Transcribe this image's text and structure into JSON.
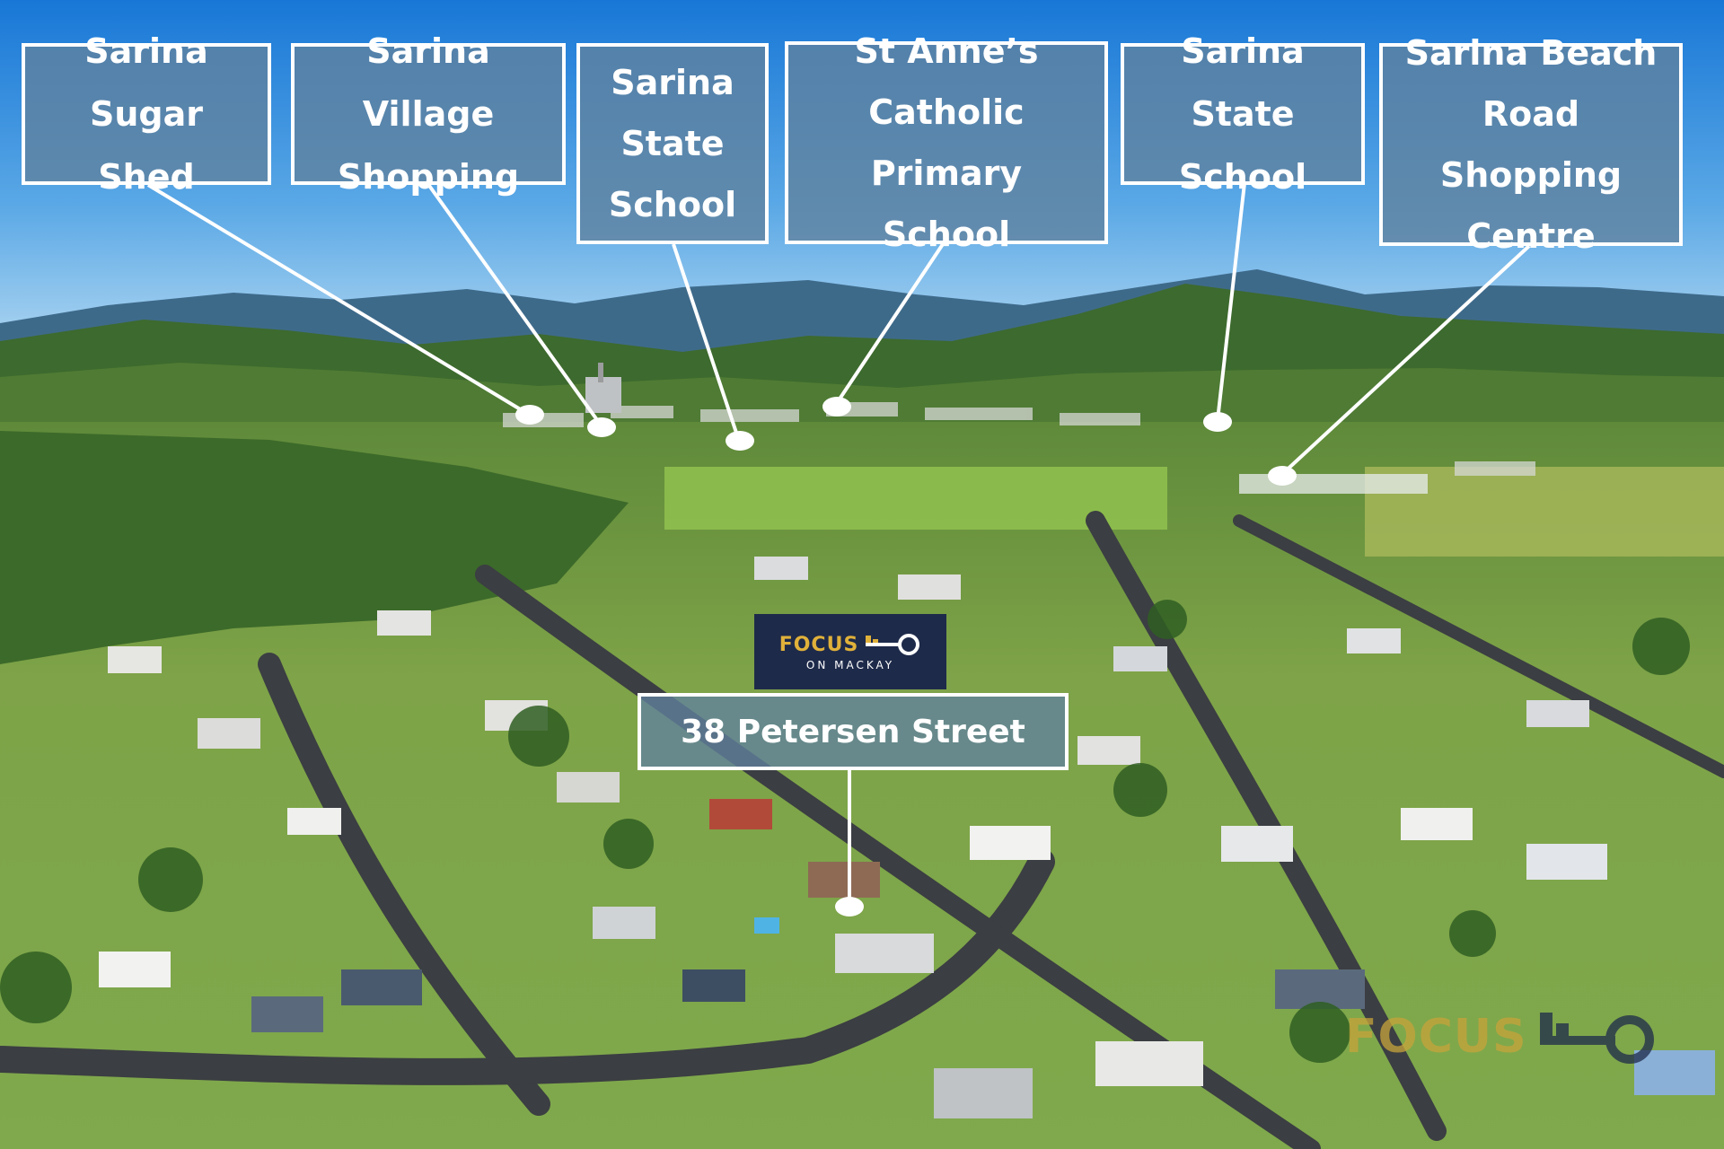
{
  "labels": {
    "sugar_shed": "Sarina Sugar Shed",
    "village_shopping": "Sarina Village Shopping",
    "state_school_1": "Sarina State School",
    "st_annes": "St Anne’s Catholic Primary School",
    "state_school_2": "Sarina State School",
    "beach_road": "Sarina Beach Road Shopping Centre"
  },
  "label_lines": {
    "sugar_shed": [
      "Sarina Sugar",
      "Shed"
    ],
    "village_shopping": [
      "Sarina Village",
      "Shopping"
    ],
    "state_school_1": [
      "Sarina",
      "State",
      "School"
    ],
    "st_annes": [
      "St Anne’s",
      "Catholic Primary",
      "School"
    ],
    "state_school_2": [
      "Sarina State",
      "School"
    ],
    "beach_road": [
      "Sarina Beach",
      "Road Shopping",
      "Centre"
    ]
  },
  "property": {
    "address": "38 Petersen Street"
  },
  "logo": {
    "word": "FOCUS",
    "sub": "ON MACKAY"
  },
  "watermark": {
    "word": "FOCUS"
  },
  "colors": {
    "label_fill": "#60829e",
    "logo_navy": "#1e2a4a",
    "logo_gold": "#e0b13a",
    "sky": "#3a8fd8",
    "grass": "#8ab24a"
  }
}
